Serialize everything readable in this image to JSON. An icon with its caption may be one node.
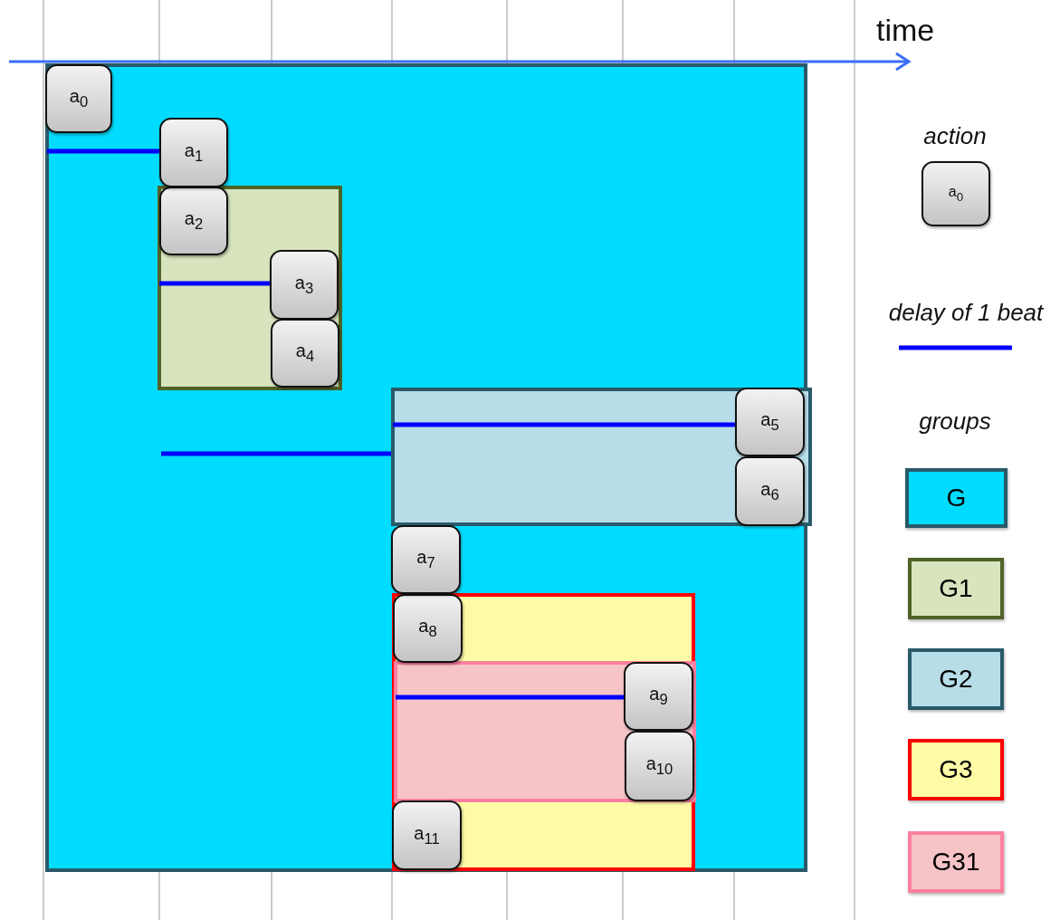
{
  "diagram": {
    "nodes": [
      {
        "text": [],
        "shape": "box"
      },
      {
        "text": [],
        "shape": "box",
        "in": 0
      },
      {
        "text": [],
        "shape": "box",
        "in": 0
      },
      {
        "text": [],
        "shape": "box",
        "in": 0
      },
      {
        "text": [],
        "shape": "box",
        "in": 3
      },
      {
        "text": [
          "a$_{0}$"
        ],
        "in": 0
      },
      {
        "text": [
          "a$_{1}$"
        ],
        "in": 0
      },
      {
        "text": [
          "a$_{2}$"
        ],
        "in": 1
      },
      {
        "text": [
          "a$_{3}$"
        ],
        "in": 1
      },
      {
        "text": [
          "a$_{4}$"
        ],
        "in": 1
      },
      {
        "text": [
          "a$_{5}$"
        ],
        "in": 2
      },
      {
        "text": [
          "a$_{6}$"
        ],
        "in": 2
      },
      {
        "text": [
          "a$_{7}$"
        ],
        "in": 0
      },
      {
        "text": [
          "a$_{8}$"
        ],
        "in": 3
      },
      {
        "text": [
          "a$_{9}$"
        ],
        "in": 4
      },
      {
        "text": [
          "a$_{10}$"
        ],
        "in": 4
      },
      {
        "text": [
          "a$_{11}$"
        ],
        "in": 3
      }
    ],
    "edges": [
      {
        "from": null,
        "to": 6,
        "arrow": "none"
      },
      {
        "from": null,
        "to": 8,
        "arrow": "none"
      },
      {
        "from": null,
        "to": 2,
        "arrow": "none"
      },
      {
        "from": null,
        "to": 10,
        "arrow": "none"
      },
      {
        "from": null,
        "to": 14,
        "arrow": "none"
      }
    ],
    "labels": [
      "time",
      "a$_{0}$",
      "groups"
    ],
    "legend": [
      {
        "text": "action"
      },
      {
        "text": "delay of 1 beat"
      },
      {
        "text": "G",
        "color": "#00dcff"
      },
      {
        "text": "G1",
        "color": "#d7e4bd"
      },
      {
        "text": "G2",
        "color": "#b7dde8"
      },
      {
        "text": "G3",
        "color": "#fdfba6"
      },
      {
        "text": "G31",
        "color": "#f6c4c6"
      }
    ]
  }
}
